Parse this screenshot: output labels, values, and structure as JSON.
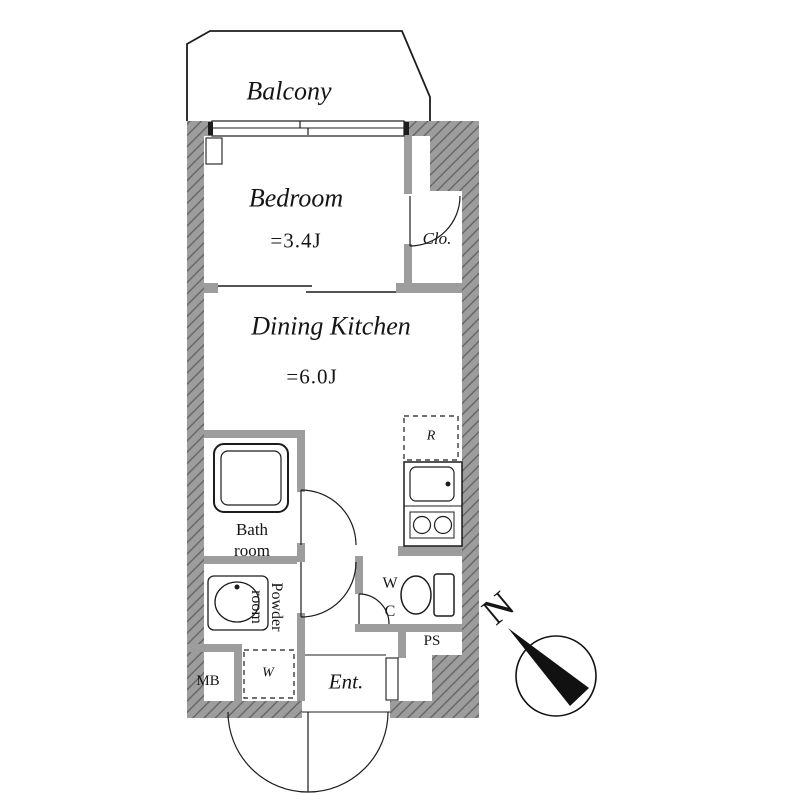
{
  "title": "Apartment floor plan 1DK",
  "labels": {
    "balcony": "Balcony",
    "bedroom": "Bedroom",
    "bedroom_size": "=3.4J",
    "closet": "Clo.",
    "dining_kitchen": "Dining Kitchen",
    "dining_kitchen_size": "=6.0J",
    "bath_line1": "Bath",
    "bath_line2": "room",
    "powder_line1": "Powder",
    "powder_line2": "room",
    "wc_line1": "W",
    "wc_line2": "C",
    "pipe_space": "PS",
    "entrance": "Ent.",
    "meter_box": "MB",
    "washer": "W",
    "refrigerator": "R",
    "compass_north": "N"
  },
  "colors": {
    "wall_fill": "#9d9d9d",
    "hatch_line": "#606060",
    "line": "#1c1c1c",
    "background": "#ffffff",
    "needle": "#111111"
  }
}
